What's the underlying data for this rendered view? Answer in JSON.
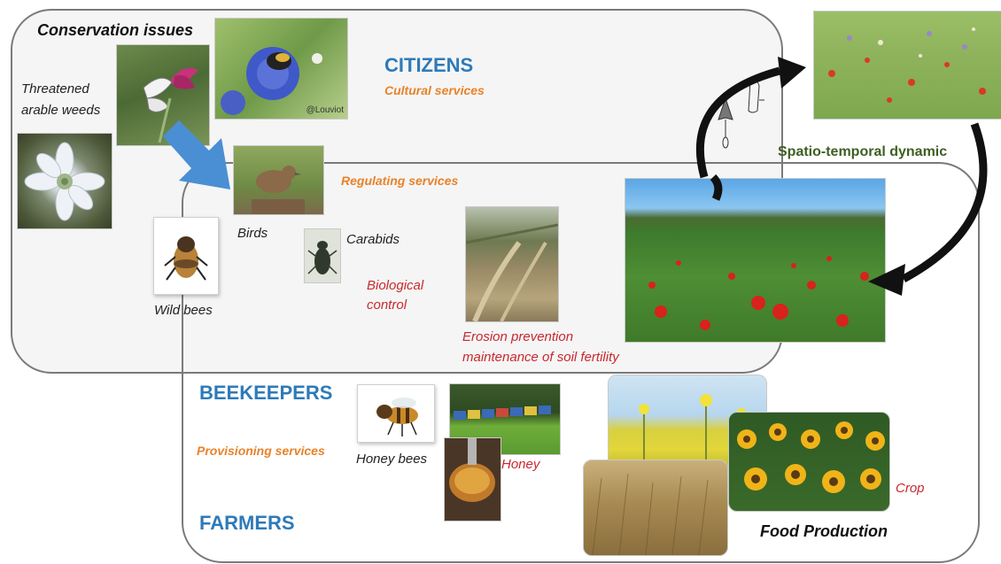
{
  "conservation_issues": "Conservation issues",
  "threatened_weeds_line1": "Threatened",
  "threatened_weeds_line2": "arable weeds",
  "photo_credit": "@Louviot",
  "citizens": "CITIZENS",
  "cultural_services": "Cultural services",
  "regulating_services": "Regulating services",
  "birds": "Birds",
  "carabids": "Carabids",
  "wild_bees": "Wild bees",
  "biological_control_line1": "Biological",
  "biological_control_line2": "control",
  "erosion_line1": "Erosion prevention",
  "erosion_line2": "maintenance of soil fertility",
  "spatio_temporal": "Spatio-temporal dynamic",
  "beekeepers": "BEEKEEPERS",
  "provisioning_services": "Provisioning services",
  "honey_bees": "Honey bees",
  "honey": "Honey",
  "crop": "Crop",
  "farmers": "FARMERS",
  "food_production": "Food Production",
  "colors": {
    "heading_blue": "#2e7ab8",
    "service_orange": "#e8822a",
    "value_red": "#c8282f",
    "dynamic_green": "#3e5f22",
    "arrow_blue": "#4a8fd4",
    "box_border": "#7a7a7a"
  }
}
